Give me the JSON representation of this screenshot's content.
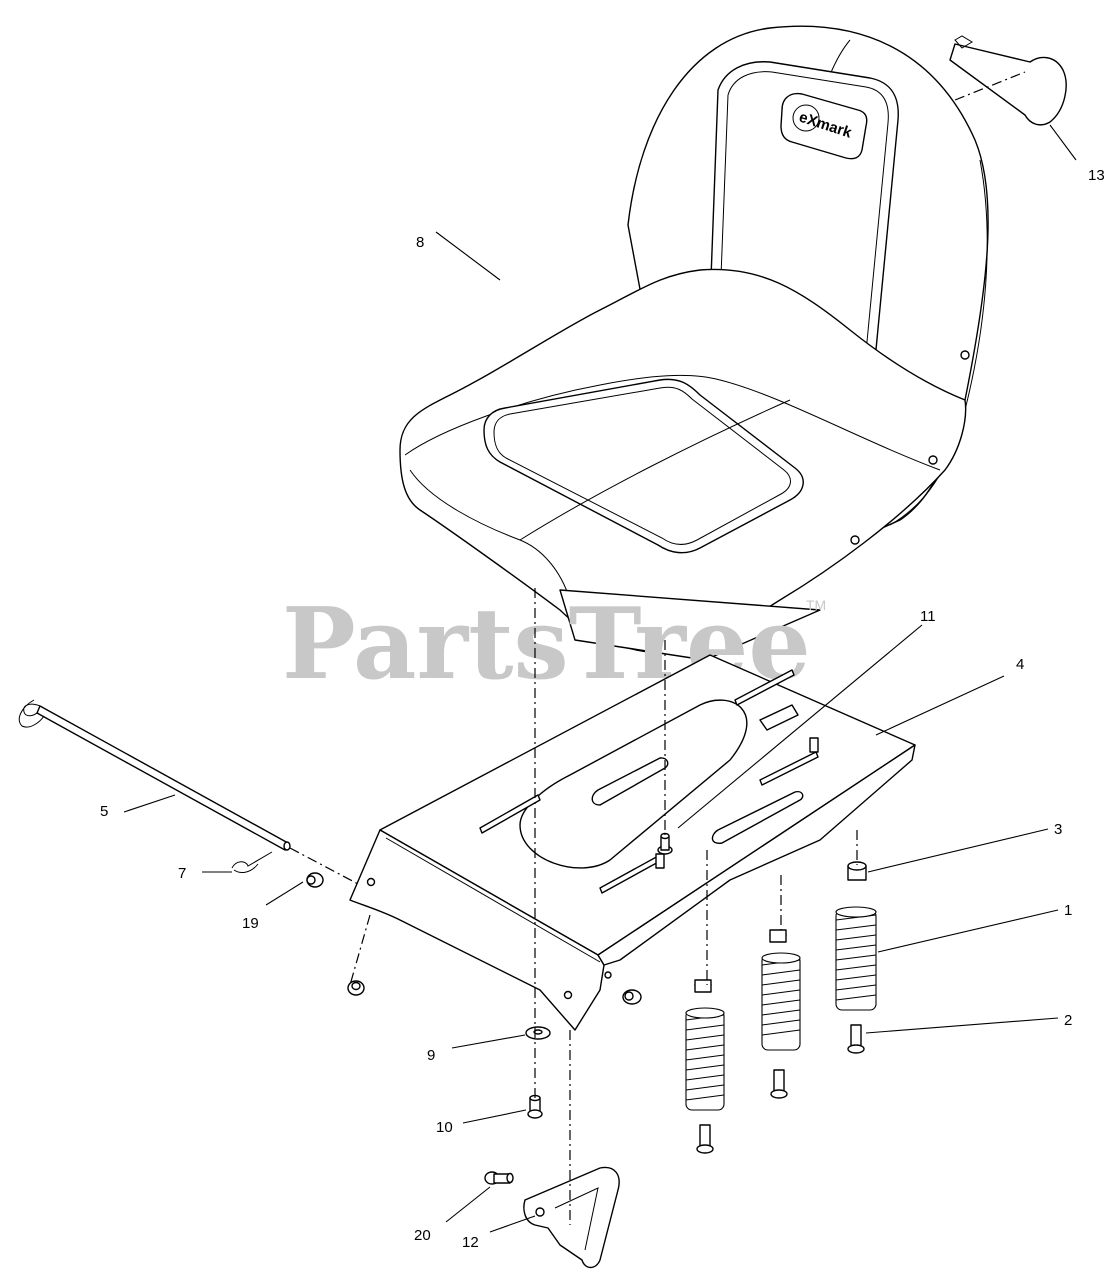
{
  "diagram": {
    "watermark": {
      "text": "PartsTree",
      "mark": "TM"
    },
    "seat_logo": "eXmark",
    "callouts": [
      {
        "id": "callout-1",
        "label": "1"
      },
      {
        "id": "callout-2",
        "label": "2"
      },
      {
        "id": "callout-3",
        "label": "3"
      },
      {
        "id": "callout-4",
        "label": "4"
      },
      {
        "id": "callout-5",
        "label": "5"
      },
      {
        "id": "callout-7",
        "label": "7"
      },
      {
        "id": "callout-8",
        "label": "8"
      },
      {
        "id": "callout-9",
        "label": "9"
      },
      {
        "id": "callout-10",
        "label": "10"
      },
      {
        "id": "callout-11",
        "label": "11"
      },
      {
        "id": "callout-12",
        "label": "12"
      },
      {
        "id": "callout-13",
        "label": "13"
      },
      {
        "id": "callout-19",
        "label": "19"
      },
      {
        "id": "callout-20",
        "label": "20"
      }
    ],
    "colors": {
      "line": "#000000",
      "watermark": "#c8c8c8",
      "background": "#ffffff"
    }
  }
}
